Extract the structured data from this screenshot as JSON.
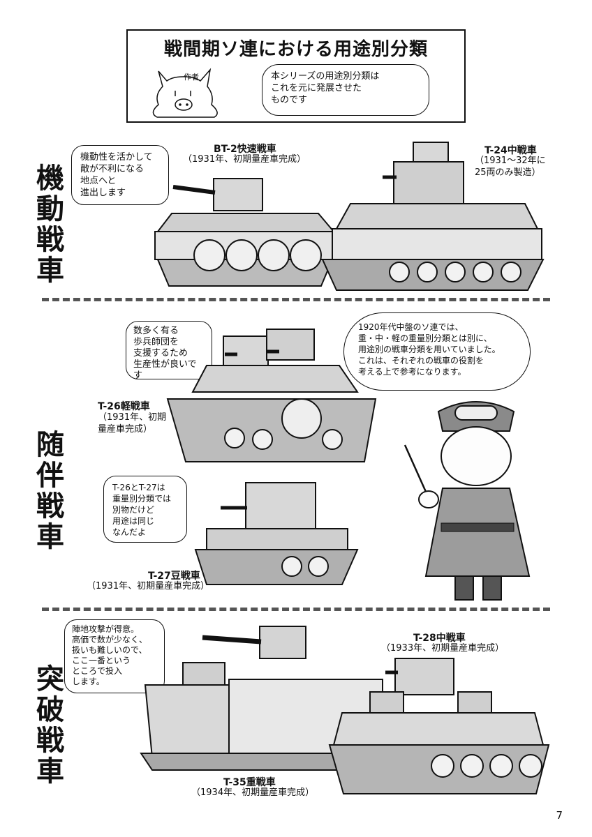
{
  "header": {
    "title": "戦間期ソ連における用途別分類",
    "mascot_label": "作者",
    "bubble": "本シリーズの用途別分類は\nこれを元に発展させた\nものです"
  },
  "sections": {
    "mobile": {
      "label": "機動戦車",
      "bubble": "機動性を活かして\n敵が不利になる\n地点へと\n進出します",
      "bt2": {
        "name": "BT-2快速戦車",
        "sub": "（1931年、初期量産車完成）"
      },
      "t24": {
        "name": "T-24中戦車",
        "sub": "（1931〜32年に\n25両のみ製造）"
      }
    },
    "escort": {
      "label": "随伴戦車",
      "bubble_infantry": "数多く有る\n歩兵師団を\n支援するため\n生産性が良いです",
      "bubble_officer": "1920年代中盤のソ連では、\n重・中・軽の重量別分類とは別に、\n用途別の戦車分類を用いていました。\nこれは、それぞれの戦車の役割を\n考える上で参考になります。",
      "bubble_t27": "T-26とT-27は\n重量別分類では\n別物だけど\n用途は同じ\nなんだよ",
      "t26": {
        "name": "T-26軽戦車",
        "sub": "（1931年、初期\n量産車完成）"
      },
      "t27": {
        "name": "T-27豆戦車",
        "sub": "（1931年、初期量産車完成）"
      }
    },
    "breakthrough": {
      "label": "突破戦車",
      "bubble": "陣地攻撃が得意。\n高価で数が少なく、\n扱いも難しいので、\nここ一番という\nところで投入\nします。",
      "t28": {
        "name": "T-28中戦車",
        "sub": "（1933年、初期量産車完成）"
      },
      "t35": {
        "name": "T-35重戦車",
        "sub": "（1934年、初期量産車完成）"
      }
    }
  },
  "page_number": "7"
}
